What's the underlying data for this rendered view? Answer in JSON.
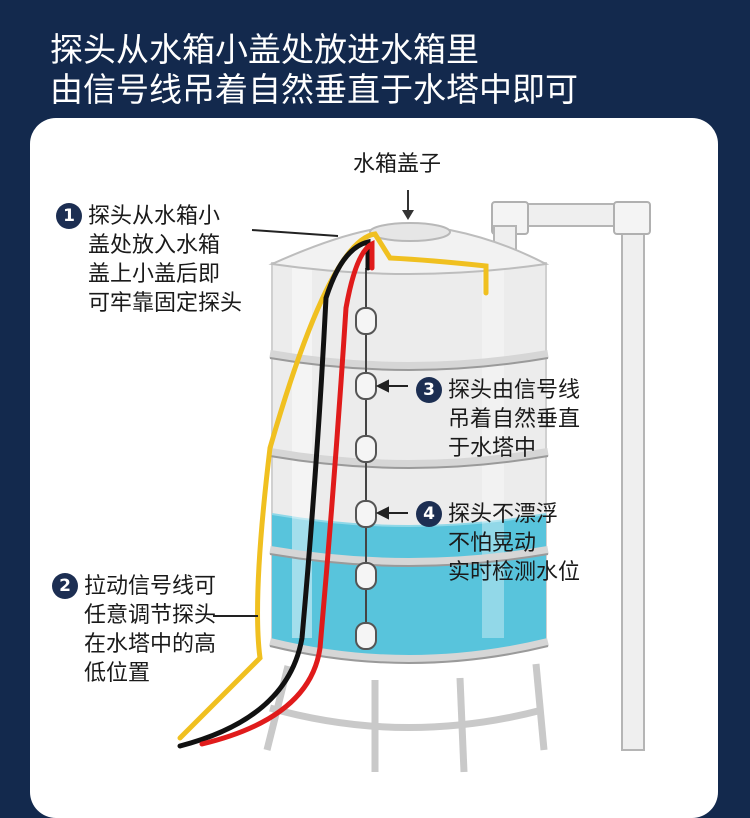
{
  "header": {
    "line1": "探头从水箱小盖处放进水箱里",
    "line2": "由信号线吊着自然垂直于水塔中即可"
  },
  "diagram": {
    "lid_label": "水箱盖子",
    "notes": [
      {
        "number": "1",
        "lines": [
          "探头从水箱小",
          "盖处放入水箱",
          "盖上小盖后即",
          "可牢靠固定探头"
        ]
      },
      {
        "number": "2",
        "lines": [
          "拉动信号线可",
          "任意调节探头",
          "在水塔中的高",
          "低位置"
        ]
      },
      {
        "number": "3",
        "lines": [
          "探头由信号线",
          "吊着自然垂直",
          "于水塔中"
        ]
      },
      {
        "number": "4",
        "lines": [
          "探头不漂浮",
          "不怕晃动",
          "实时检测水位"
        ]
      }
    ],
    "colors": {
      "background": "#13294d",
      "water": "#58c4dc",
      "tank": "#ececec",
      "wire_black": "#111111",
      "wire_red": "#e01b1b",
      "wire_yellow": "#f0c020",
      "badge": "#1c2e52"
    }
  }
}
